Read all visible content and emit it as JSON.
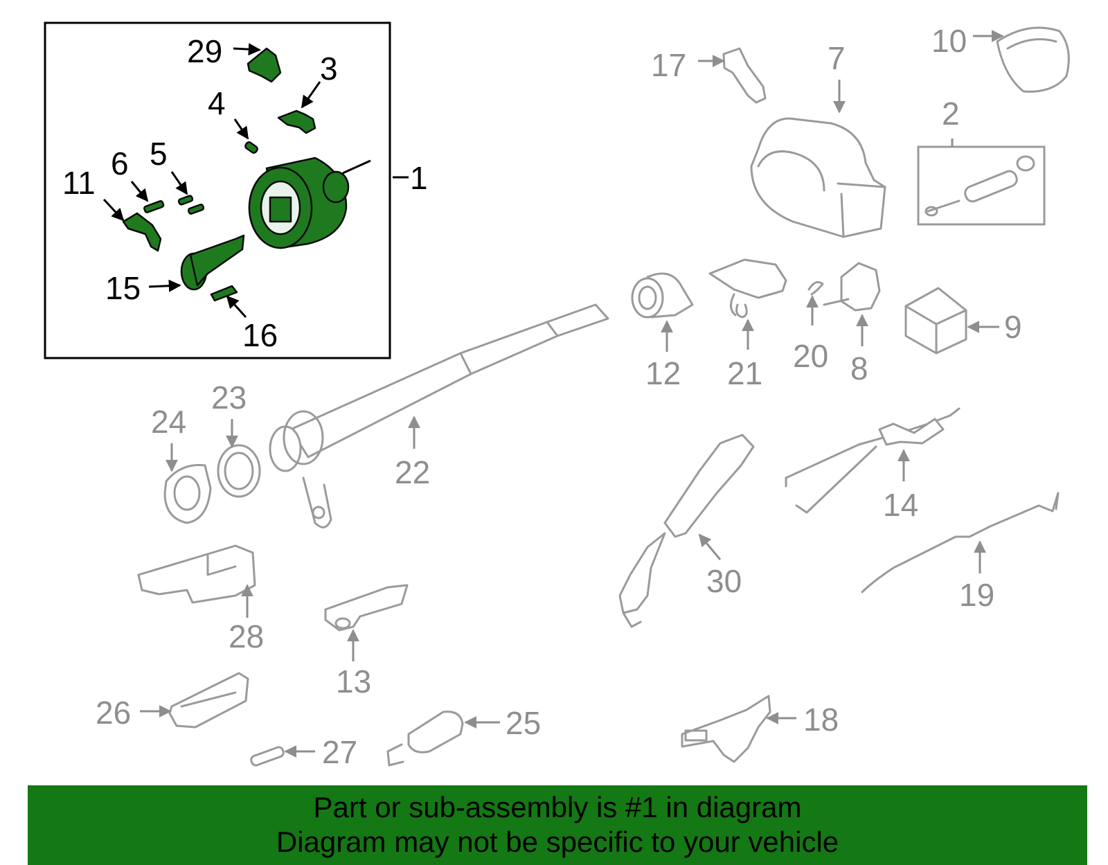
{
  "diagram": {
    "callouts": {
      "c1": "1",
      "c2": "2",
      "c3": "3",
      "c4": "4",
      "c5": "5",
      "c6": "6",
      "c7": "7",
      "c8": "8",
      "c9": "9",
      "c10": "10",
      "c11": "11",
      "c12": "12",
      "c13": "13",
      "c14": "14",
      "c15": "15",
      "c16": "16",
      "c17": "17",
      "c18": "18",
      "c19": "19",
      "c20": "20",
      "c21": "21",
      "c22": "22",
      "c23": "23",
      "c24": "24",
      "c25": "25",
      "c26": "26",
      "c27": "27",
      "c28": "28",
      "c29": "29",
      "c30": "30"
    },
    "colors": {
      "highlight": "#1f7a1f",
      "banner": "#147814",
      "line": "#9a9a9a",
      "label_grey": "#8e8e8e"
    }
  },
  "banner": {
    "line1": "Part or sub-assembly is #1 in diagram",
    "line2": "Diagram may not be specific to your vehicle"
  }
}
